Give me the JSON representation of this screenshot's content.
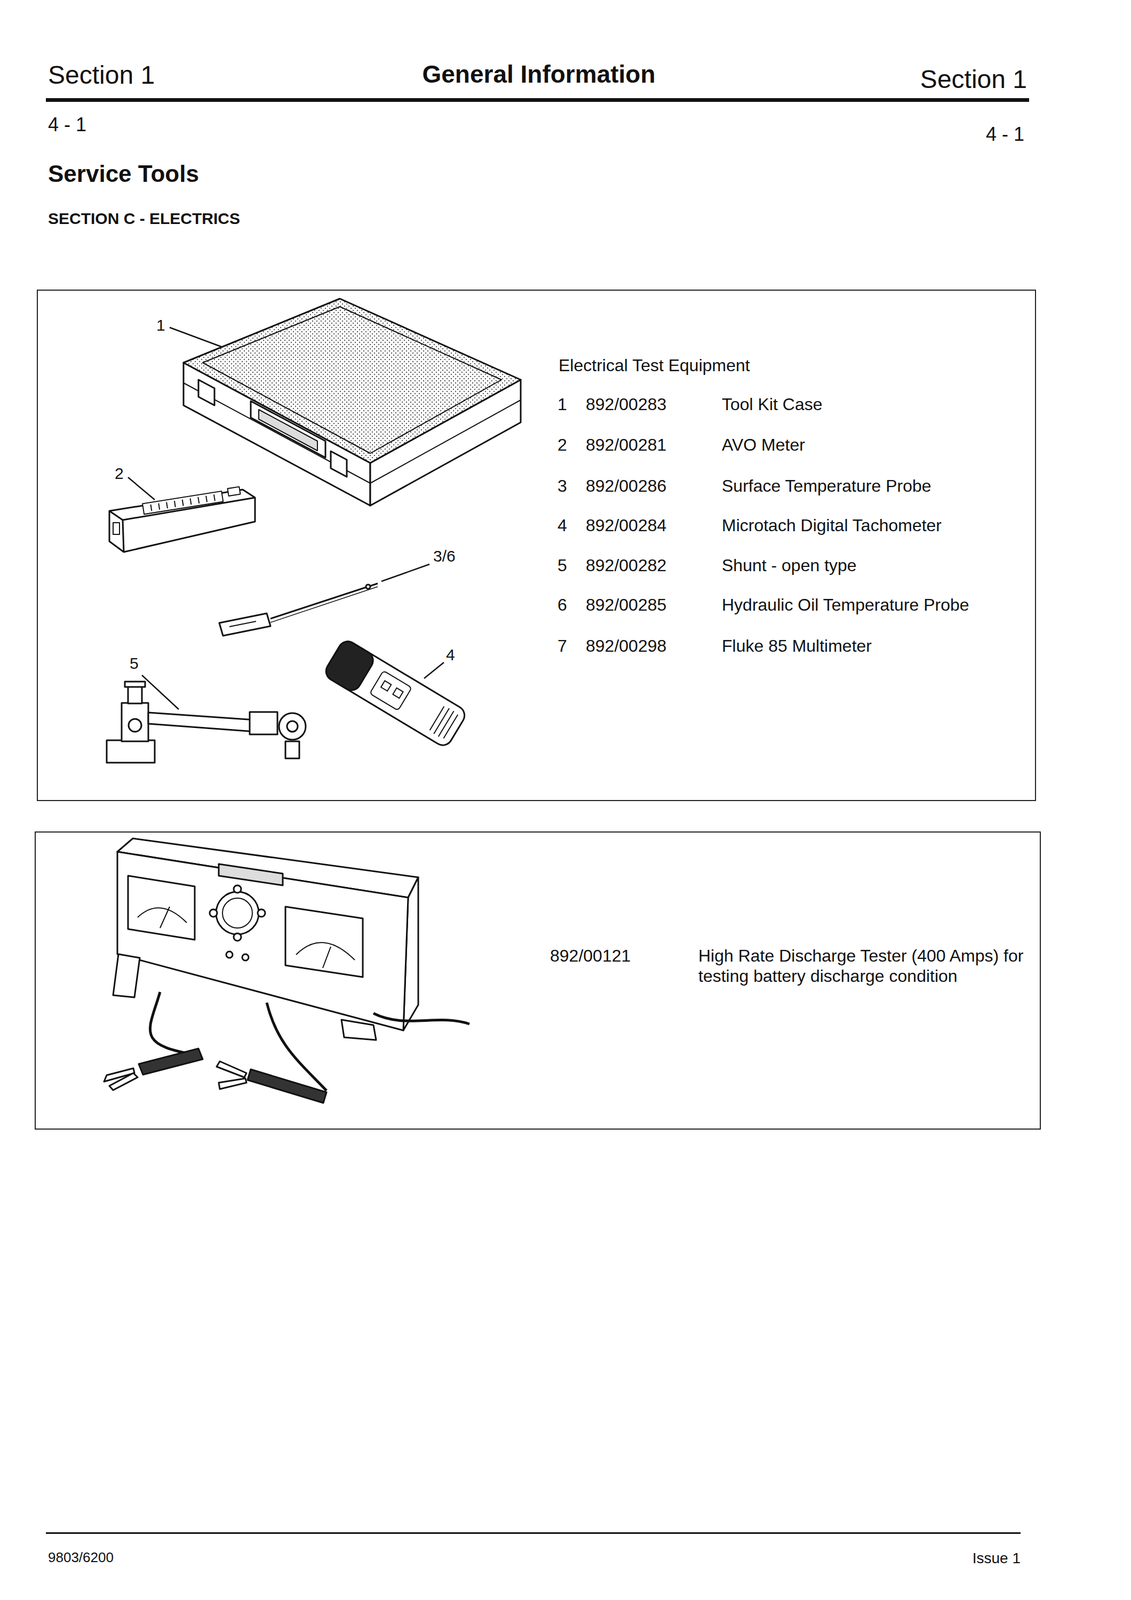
{
  "diagram": {
    "title": "Service Tools",
    "nodes": [
      {
        "text": [
          "Electrical Test Equipment"
        ]
      },
      {
        "text": [
          "892/00121",
          "High Rate Discharge Tester (400 Amps) for testing battery discharge condition"
        ]
      }
    ],
    "labels": [
      "Section 1",
      "General Information",
      "Section 1",
      "4 - 1",
      "4 - 1",
      "SECTION C - ELECTRICS",
      "1",
      "2",
      "3/6",
      "4",
      "5",
      "1",
      "892/00283",
      "Tool Kit Case",
      "2",
      "892/00281",
      "AVO Meter",
      "3",
      "892/00286",
      "Surface Temperature Probe",
      "4",
      "892/00284",
      "Microtach Digital Tachometer",
      "5",
      "892/00282",
      "Shunt - open type",
      "6",
      "892/00285",
      "Hydraulic Oil Temperature Probe",
      "7",
      "892/00298",
      "Fluke 85 Multimeter",
      "9803/6200",
      "Issue 1"
    ]
  }
}
